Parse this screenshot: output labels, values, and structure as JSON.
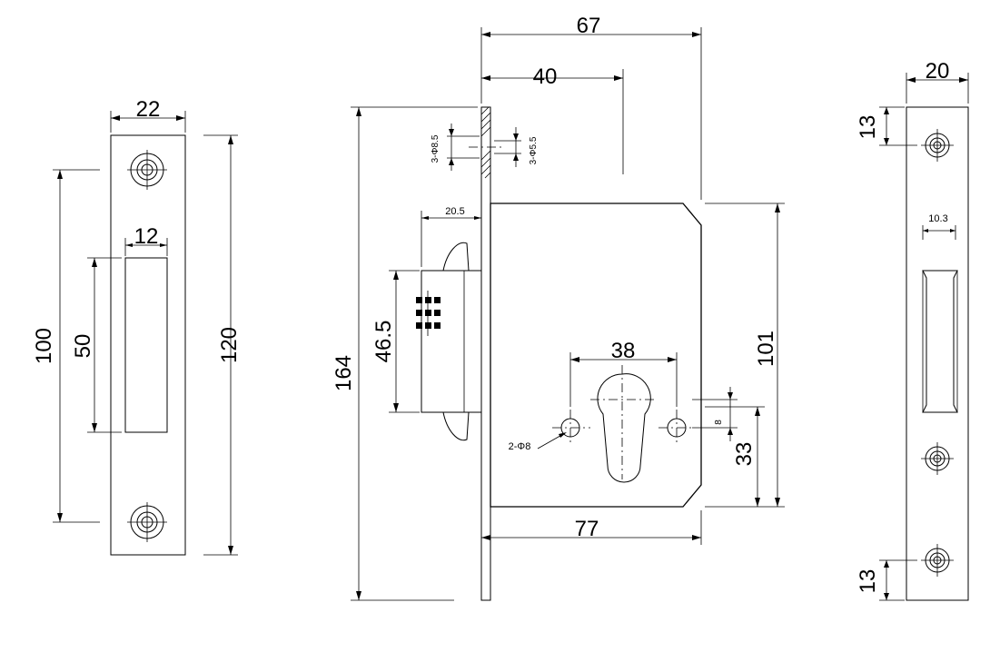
{
  "left_strike": {
    "width": "22",
    "slot_width": "12",
    "screw_spacing": "100",
    "slot_height": "50",
    "height": "120"
  },
  "lock_body": {
    "overall_depth": "67",
    "backset": "40",
    "height": "164",
    "faceplate_holes": "3-Φ8.5",
    "body_holes": "3-Φ5.5",
    "latch_projection": "20.5",
    "latch_height": "46.5",
    "cylinder_spacing": "38",
    "case_height": "101",
    "fixing_holes": "2-Φ8",
    "cylinder_offset": "8",
    "cylinder_from_bottom": "33",
    "case_width": "77"
  },
  "right_strike": {
    "width": "20",
    "top_margin": "13",
    "slot_width": "10.3",
    "bottom_margin": "13"
  }
}
